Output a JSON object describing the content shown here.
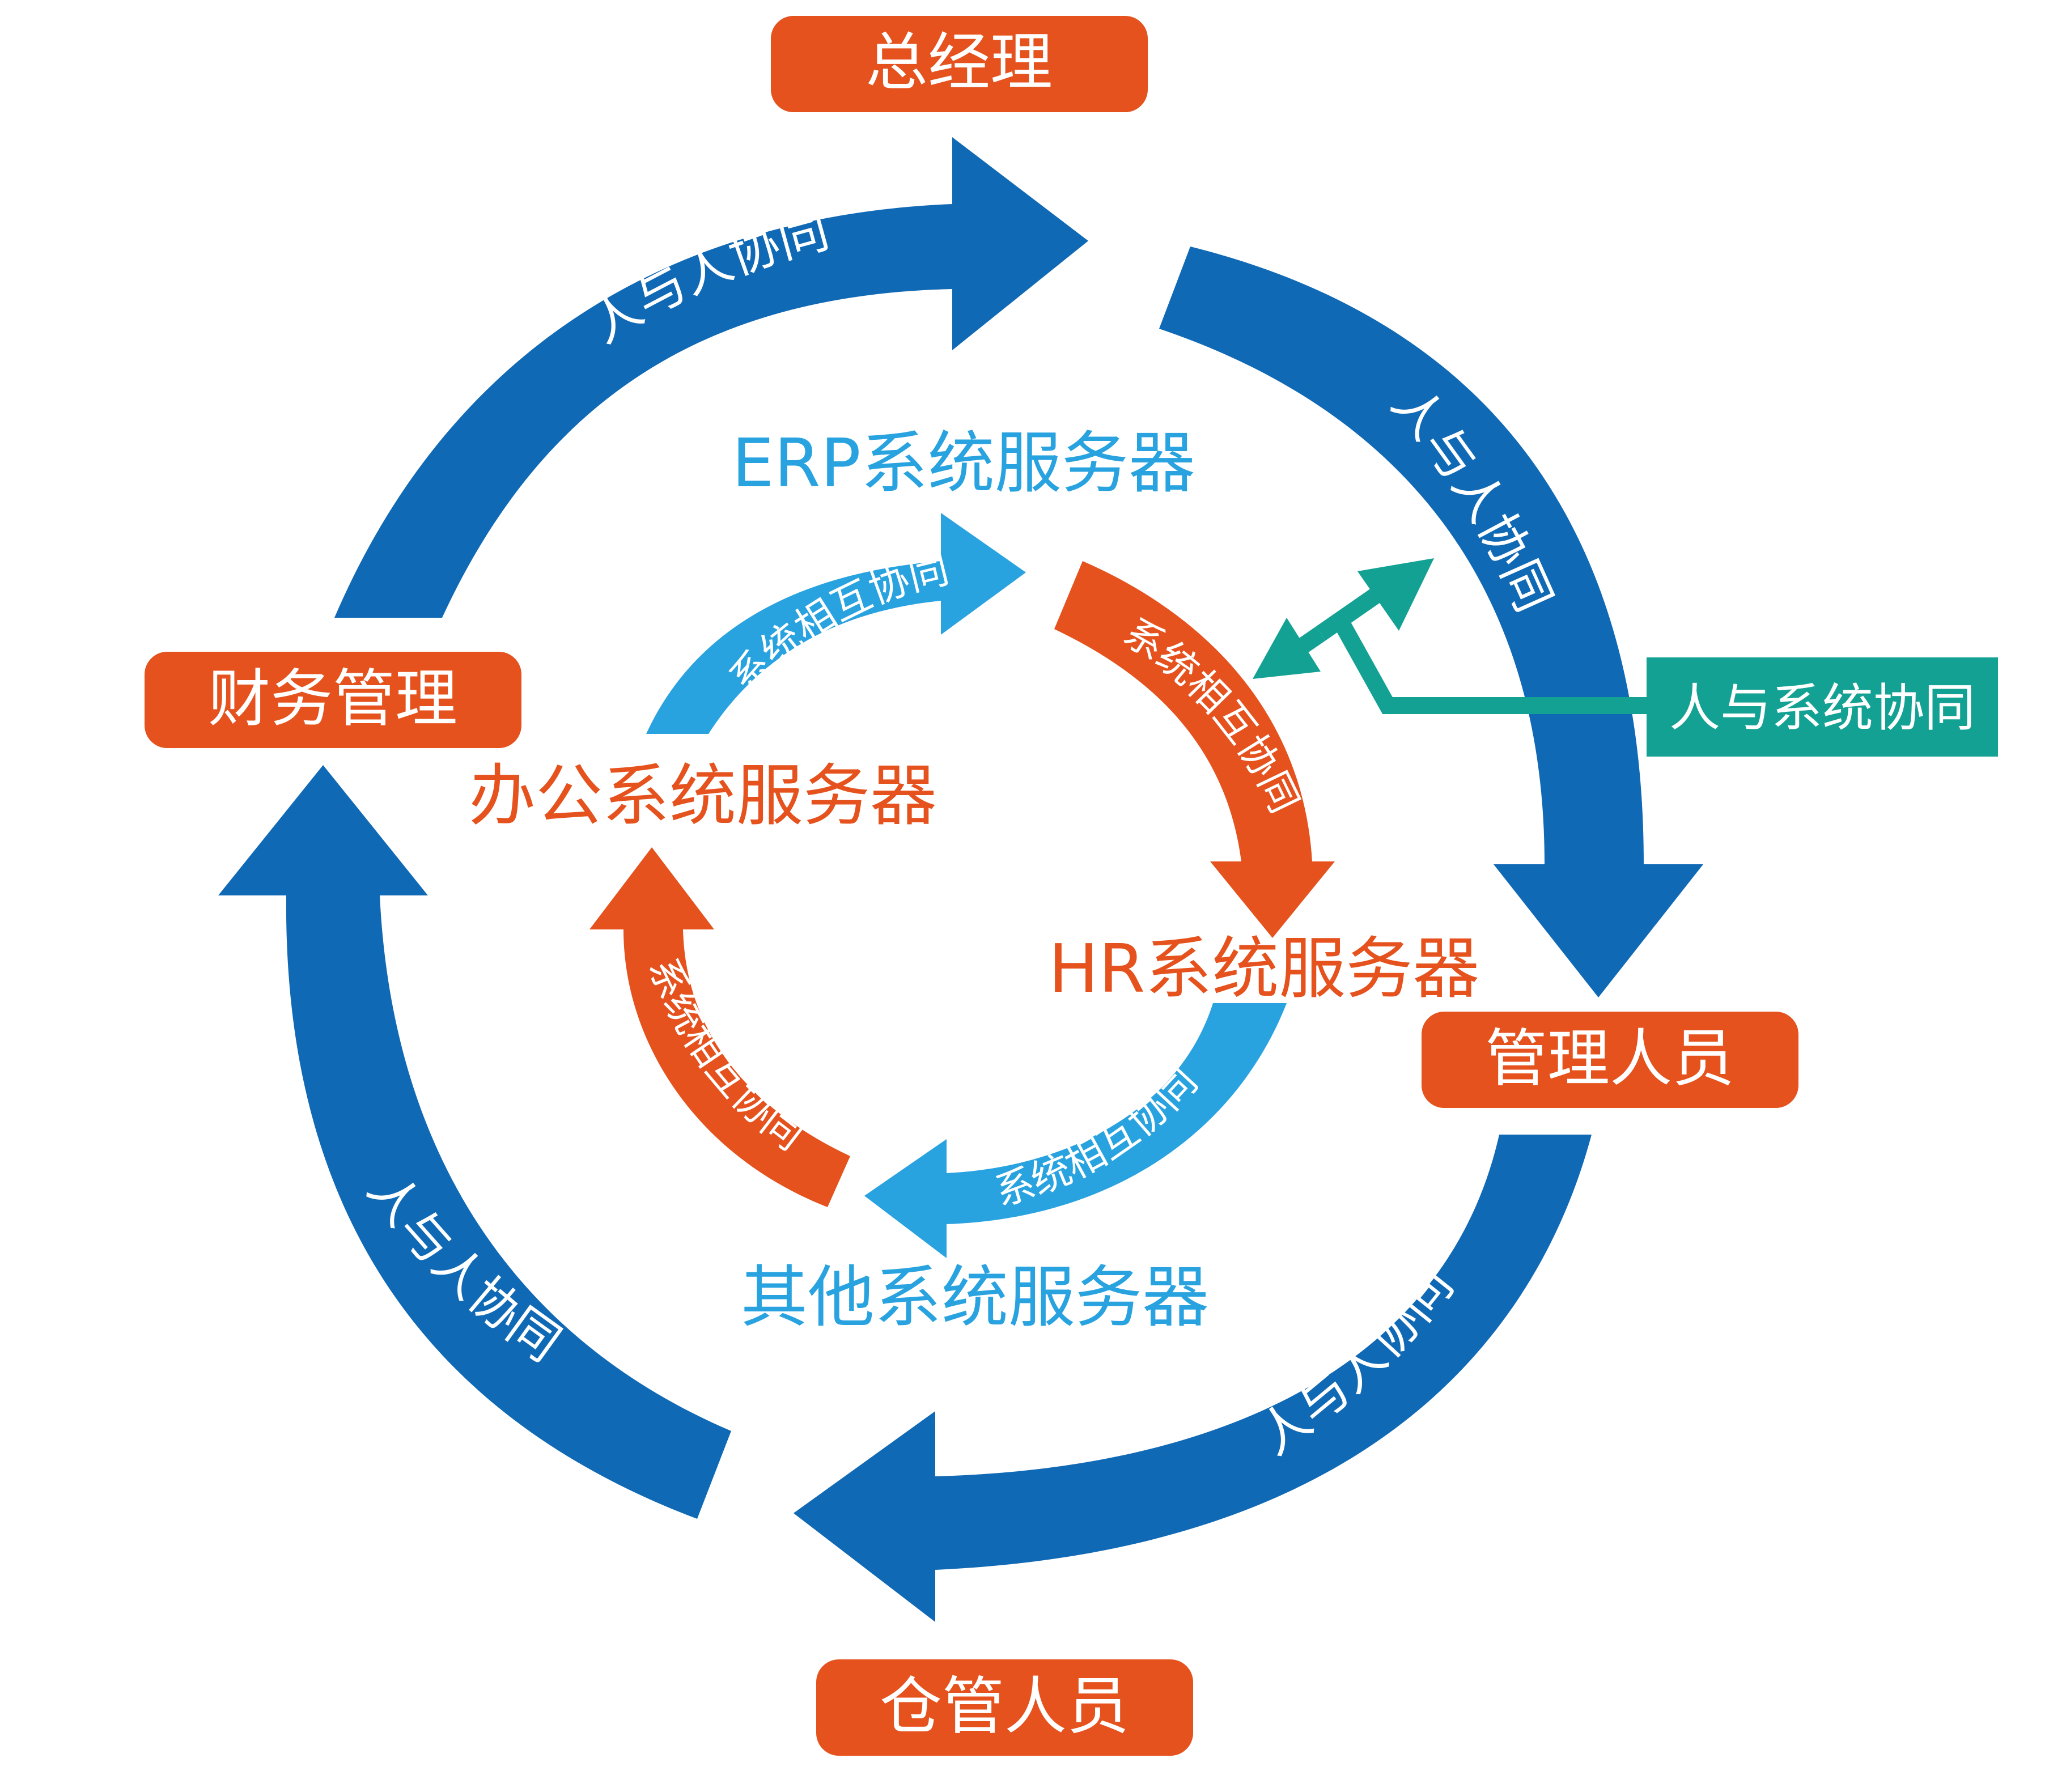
{
  "roles": {
    "ceo": "总经理",
    "finance": "财务管理",
    "manager": "管理人员",
    "warehouse": "仓管人员"
  },
  "servers": {
    "erp": "ERP系统服务器",
    "office": "办公系统服务器",
    "hr": "HR系统服务器",
    "other": "其他系统服务器"
  },
  "outer_cycle": {
    "top_left": "人与人协同",
    "top_right": "人与人协同",
    "bottom_right": "人与人协同",
    "bottom_left": "人与人协同"
  },
  "inner_cycle": {
    "top": "系统相互协同",
    "right": "系统相互协同",
    "bottom": "系统相互协同",
    "left": "系统相互协同"
  },
  "human_system": "人与系统协同",
  "colors": {
    "outer_arrow": "#1069b5",
    "inner_light": "#29a3e0",
    "inner_orange": "#e5521e",
    "role_box": "#e5521e",
    "teal": "#13a193"
  }
}
